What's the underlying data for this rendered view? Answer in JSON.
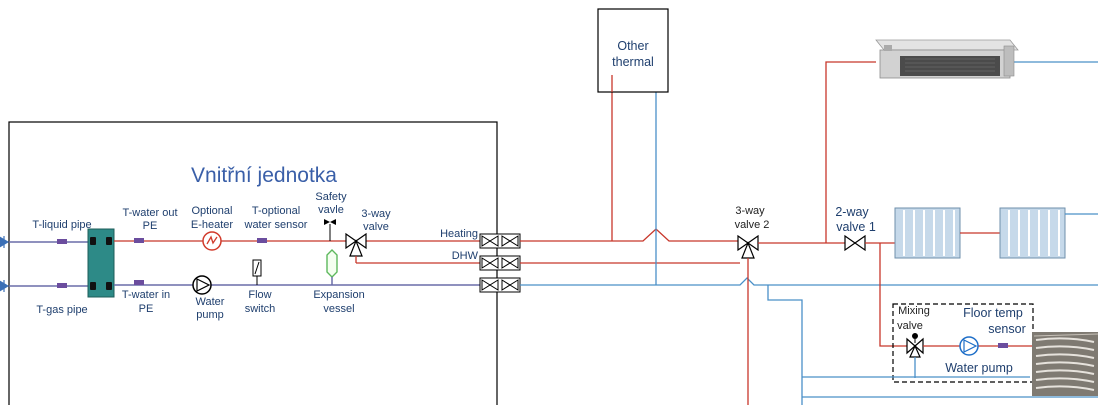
{
  "indoor_unit": {
    "title": "Vnitřní jednotka"
  },
  "other_thermal": {
    "line1": "Other",
    "line2": "thermal"
  },
  "sensors": {
    "t_liquid_pipe": "T-liquid pipe",
    "t_gas_pipe": "T-gas pipe",
    "t_water_out": {
      "line1": "T-water out",
      "line2": "PE"
    },
    "t_water_in": {
      "line1": "T-water in",
      "line2": "PE"
    },
    "t_optional": {
      "line1": "T-optional",
      "line2": "water sensor"
    },
    "floor_temp": {
      "line1": "Floor temp",
      "line2": "sensor"
    }
  },
  "components": {
    "optional_heater": {
      "line1": "Optional",
      "line2": "E-heater"
    },
    "safety_valve": {
      "line1": "Safety",
      "line2": "vavle"
    },
    "three_way_valve": {
      "line1": "3-way",
      "line2": "valve"
    },
    "water_pump": {
      "line1": "Water",
      "line2": "pump"
    },
    "flow_switch": {
      "line1": "Flow",
      "line2": "switch"
    },
    "expansion_vessel": {
      "line1": "Expansion",
      "line2": "vessel"
    },
    "three_way_valve_2": {
      "line1": "3-way",
      "line2": "valve 2"
    },
    "two_way_valve_1": {
      "line1": "2-way",
      "line2": "valve 1"
    },
    "mixing_valve": {
      "line1": "Mixing",
      "line2": "valve"
    },
    "water_pump_floor": "Water pump"
  },
  "ports": {
    "heating": "Heating",
    "dhw": "DHW"
  },
  "colors": {
    "hot": "#c8372b",
    "cold": "#4a90c8",
    "refrigerant": "#6a6da8",
    "title": "#3a5fa8"
  }
}
